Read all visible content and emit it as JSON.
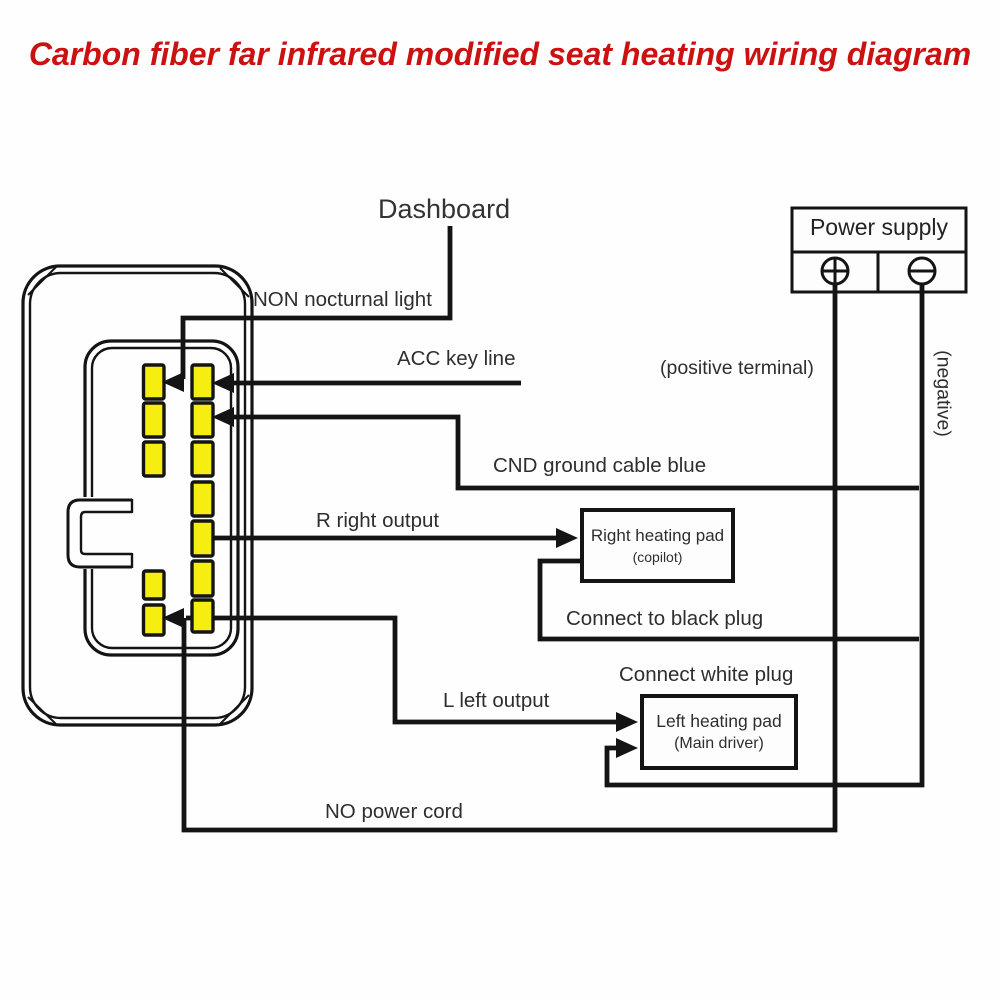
{
  "title": "Carbon fiber far infrared modified seat heating wiring diagram",
  "labels": {
    "dashboard": "Dashboard",
    "non_nocturnal_light": "NON nocturnal light",
    "acc_key_line": "ACC key line",
    "positive_terminal": "(positive terminal)",
    "negative": "(negative)",
    "cnd_ground": "CND ground cable blue",
    "r_right_output": "R right output",
    "connect_black_plug": "Connect to black plug",
    "connect_white_plug": "Connect white plug",
    "l_left_output": "L left output",
    "no_power_cord": "NO power cord"
  },
  "power_supply": {
    "title": "Power supply",
    "positive_symbol": "plus-terminal",
    "negative_symbol": "minus-terminal"
  },
  "boxes": {
    "right_pad": {
      "line1": "Right heating pad",
      "line2": "(copilot)"
    },
    "left_pad": {
      "line1": "Left heating pad",
      "line2": "(Main driver)"
    }
  },
  "connector": {
    "left_pin_count": 5,
    "right_pin_count": 7
  },
  "colors": {
    "title_red": "#cc1111",
    "wire_black": "#141414",
    "pin_yellow": "#f6ee10",
    "text": "#2e2e2e",
    "background": "#fefefe"
  }
}
